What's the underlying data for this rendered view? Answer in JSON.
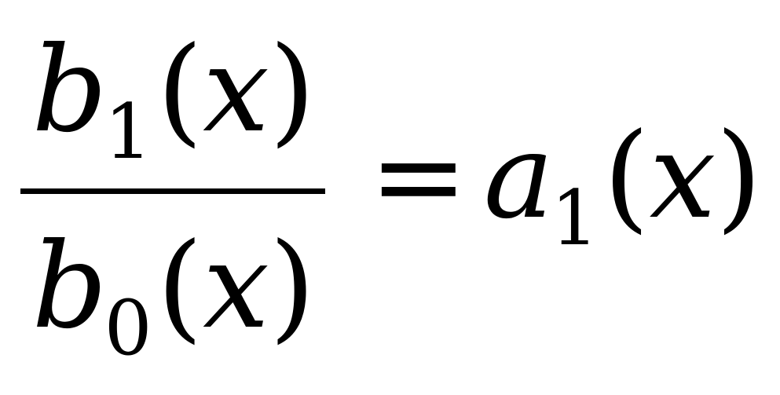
{
  "equation": {
    "numerator": {
      "var": "b",
      "sub": "1",
      "open": "(",
      "arg": "x",
      "close": ")"
    },
    "denominator": {
      "var": "b",
      "sub": "0",
      "open": "(",
      "arg": "x",
      "close": ")"
    },
    "operator": "=",
    "rhs": {
      "var": "a",
      "sub": "1",
      "open": "(",
      "arg": "x",
      "close": ")"
    }
  }
}
